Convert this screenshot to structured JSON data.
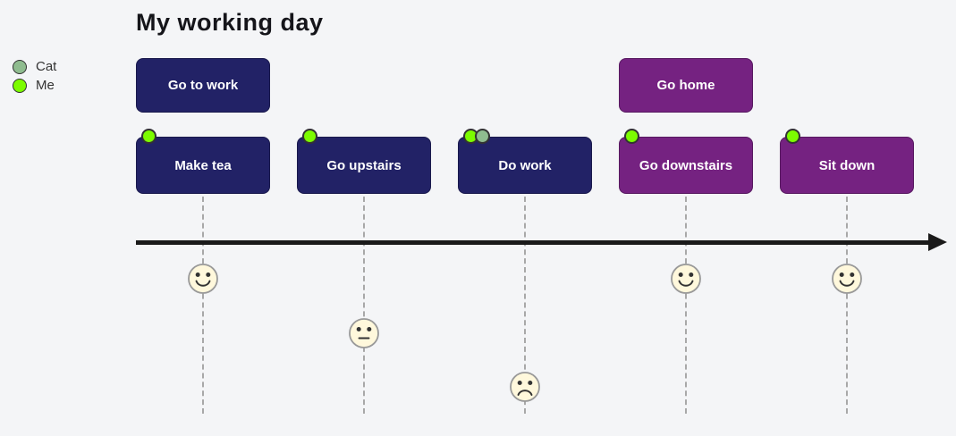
{
  "title": "My working day",
  "background_color": "#f4f5f7",
  "legend": {
    "actors": [
      {
        "name": "Cat",
        "color": "#8FBC8F"
      },
      {
        "name": "Me",
        "color": "#7CFC00"
      }
    ]
  },
  "sections": [
    {
      "label": "Go to work",
      "color": "#222266"
    },
    {
      "label": "Go home",
      "color": "#752281"
    }
  ],
  "tasks": [
    {
      "label": "Make tea",
      "section": "Go to work",
      "color": "#222266",
      "actors": [
        "Me"
      ],
      "mood": "happy"
    },
    {
      "label": "Go upstairs",
      "section": "Go to work",
      "color": "#222266",
      "actors": [
        "Me"
      ],
      "mood": "neutral"
    },
    {
      "label": "Do work",
      "section": "Go to work",
      "color": "#222266",
      "actors": [
        "Me",
        "Cat"
      ],
      "mood": "sad"
    },
    {
      "label": "Go downstairs",
      "section": "Go home",
      "color": "#752281",
      "actors": [
        "Me"
      ],
      "mood": "happy"
    },
    {
      "label": "Sit down",
      "section": "Go home",
      "color": "#752281",
      "actors": [
        "Me"
      ],
      "mood": "happy"
    }
  ],
  "axis": {
    "color": "#1a1a1a",
    "dash_color": "#a8a8a8"
  },
  "face": {
    "fill": "#FFF8DC",
    "stroke": "#999999",
    "feature_color": "#333333"
  }
}
